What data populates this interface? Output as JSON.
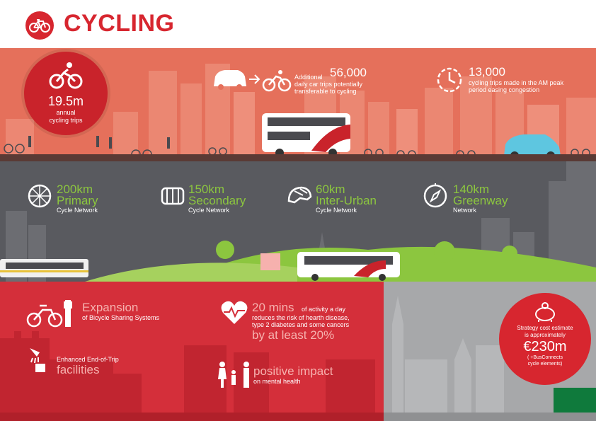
{
  "header": {
    "title": "CYCLING",
    "logo_icon": "bicycle-icon",
    "accent_color": "#d7262f"
  },
  "stats": {
    "annual": {
      "value": "19.5m",
      "label_1": "annual",
      "label_2": "cycling trips",
      "icon": "cyclist-icon"
    },
    "car": {
      "prefix": "Additional",
      "value": "56,000",
      "line_2": "daily car trips potentially",
      "line_3": "transferable to cycling",
      "icon": "car-to-bike-icon"
    },
    "am_peak": {
      "value": "13,000",
      "line_2": "cycling trips made in the AM peak",
      "line_3": "period easing congestion",
      "icon": "clock-icon"
    }
  },
  "networks": [
    {
      "distance": "200km",
      "type": "Primary",
      "sub": "Cycle Network",
      "icon": "wheel-icon"
    },
    {
      "distance": "150km",
      "type": "Secondary",
      "sub": "Cycle Network",
      "icon": "bike-rack-icon"
    },
    {
      "distance": "60km",
      "type": "Inter-Urban",
      "sub": "Cycle Network",
      "icon": "helmet-icon"
    },
    {
      "distance": "140km",
      "type": "Greenway",
      "sub": "Network",
      "icon": "compass-icon"
    }
  ],
  "benefits": {
    "sharing": {
      "title": "Expansion",
      "sub": "of Bicycle Sharing Systems",
      "icon": "bike-share-icon"
    },
    "facilities": {
      "line_1": "Enhanced End-of-Trip",
      "line_2": "facilities",
      "icon": "shower-icon"
    },
    "health": {
      "highlight": "20 mins",
      "rest_1": "of activity a day",
      "line_2": "reduces the risk of hearth disease,",
      "line_3": "type 2 diabetes and some cancers",
      "line_4": "by at least 20%",
      "icon": "heart-rate-icon"
    },
    "mental": {
      "title": "positive impact",
      "sub": "on mental health",
      "icon": "family-icon"
    }
  },
  "cost": {
    "line_1": "Strategy cost estimate",
    "line_2": "is approximately",
    "value": "€230m",
    "line_4": "( +BusConnects",
    "line_5": "cycle elements)",
    "icon": "piggy-bank-icon"
  },
  "colors": {
    "band_top": "#e5705b",
    "band_mid": "#595a5f",
    "band_red": "#d42f3a",
    "band_grey": "#a7a8aa",
    "green_text": "#8cc63f",
    "pink_text": "#f6b1ae"
  }
}
